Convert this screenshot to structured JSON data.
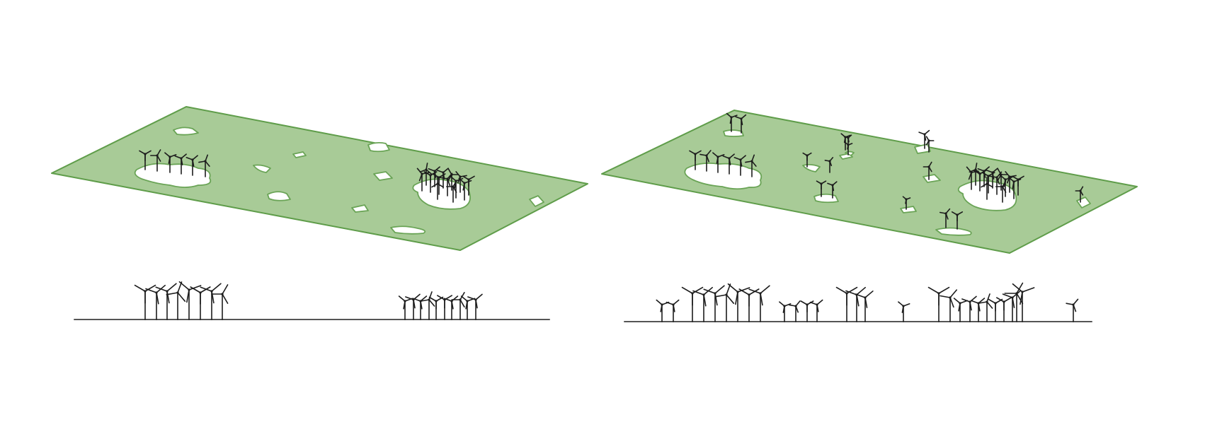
{
  "colors": {
    "land": "#a8cb97",
    "land_edge": "#5f9d4a",
    "hole": "#ffffff",
    "turbine": "#1c1c1c",
    "ground": "#555555"
  },
  "icons": [
    "wind-turbine-icon"
  ],
  "panels": [
    {
      "id": "concentrated",
      "turbine_groups_on_plan": 2,
      "turbines_on_plan": 20,
      "turbines_on_skyline": 18
    },
    {
      "id": "dispersed",
      "turbine_groups_on_plan": 12,
      "turbines_on_plan": 36,
      "turbines_on_skyline": 34
    }
  ]
}
